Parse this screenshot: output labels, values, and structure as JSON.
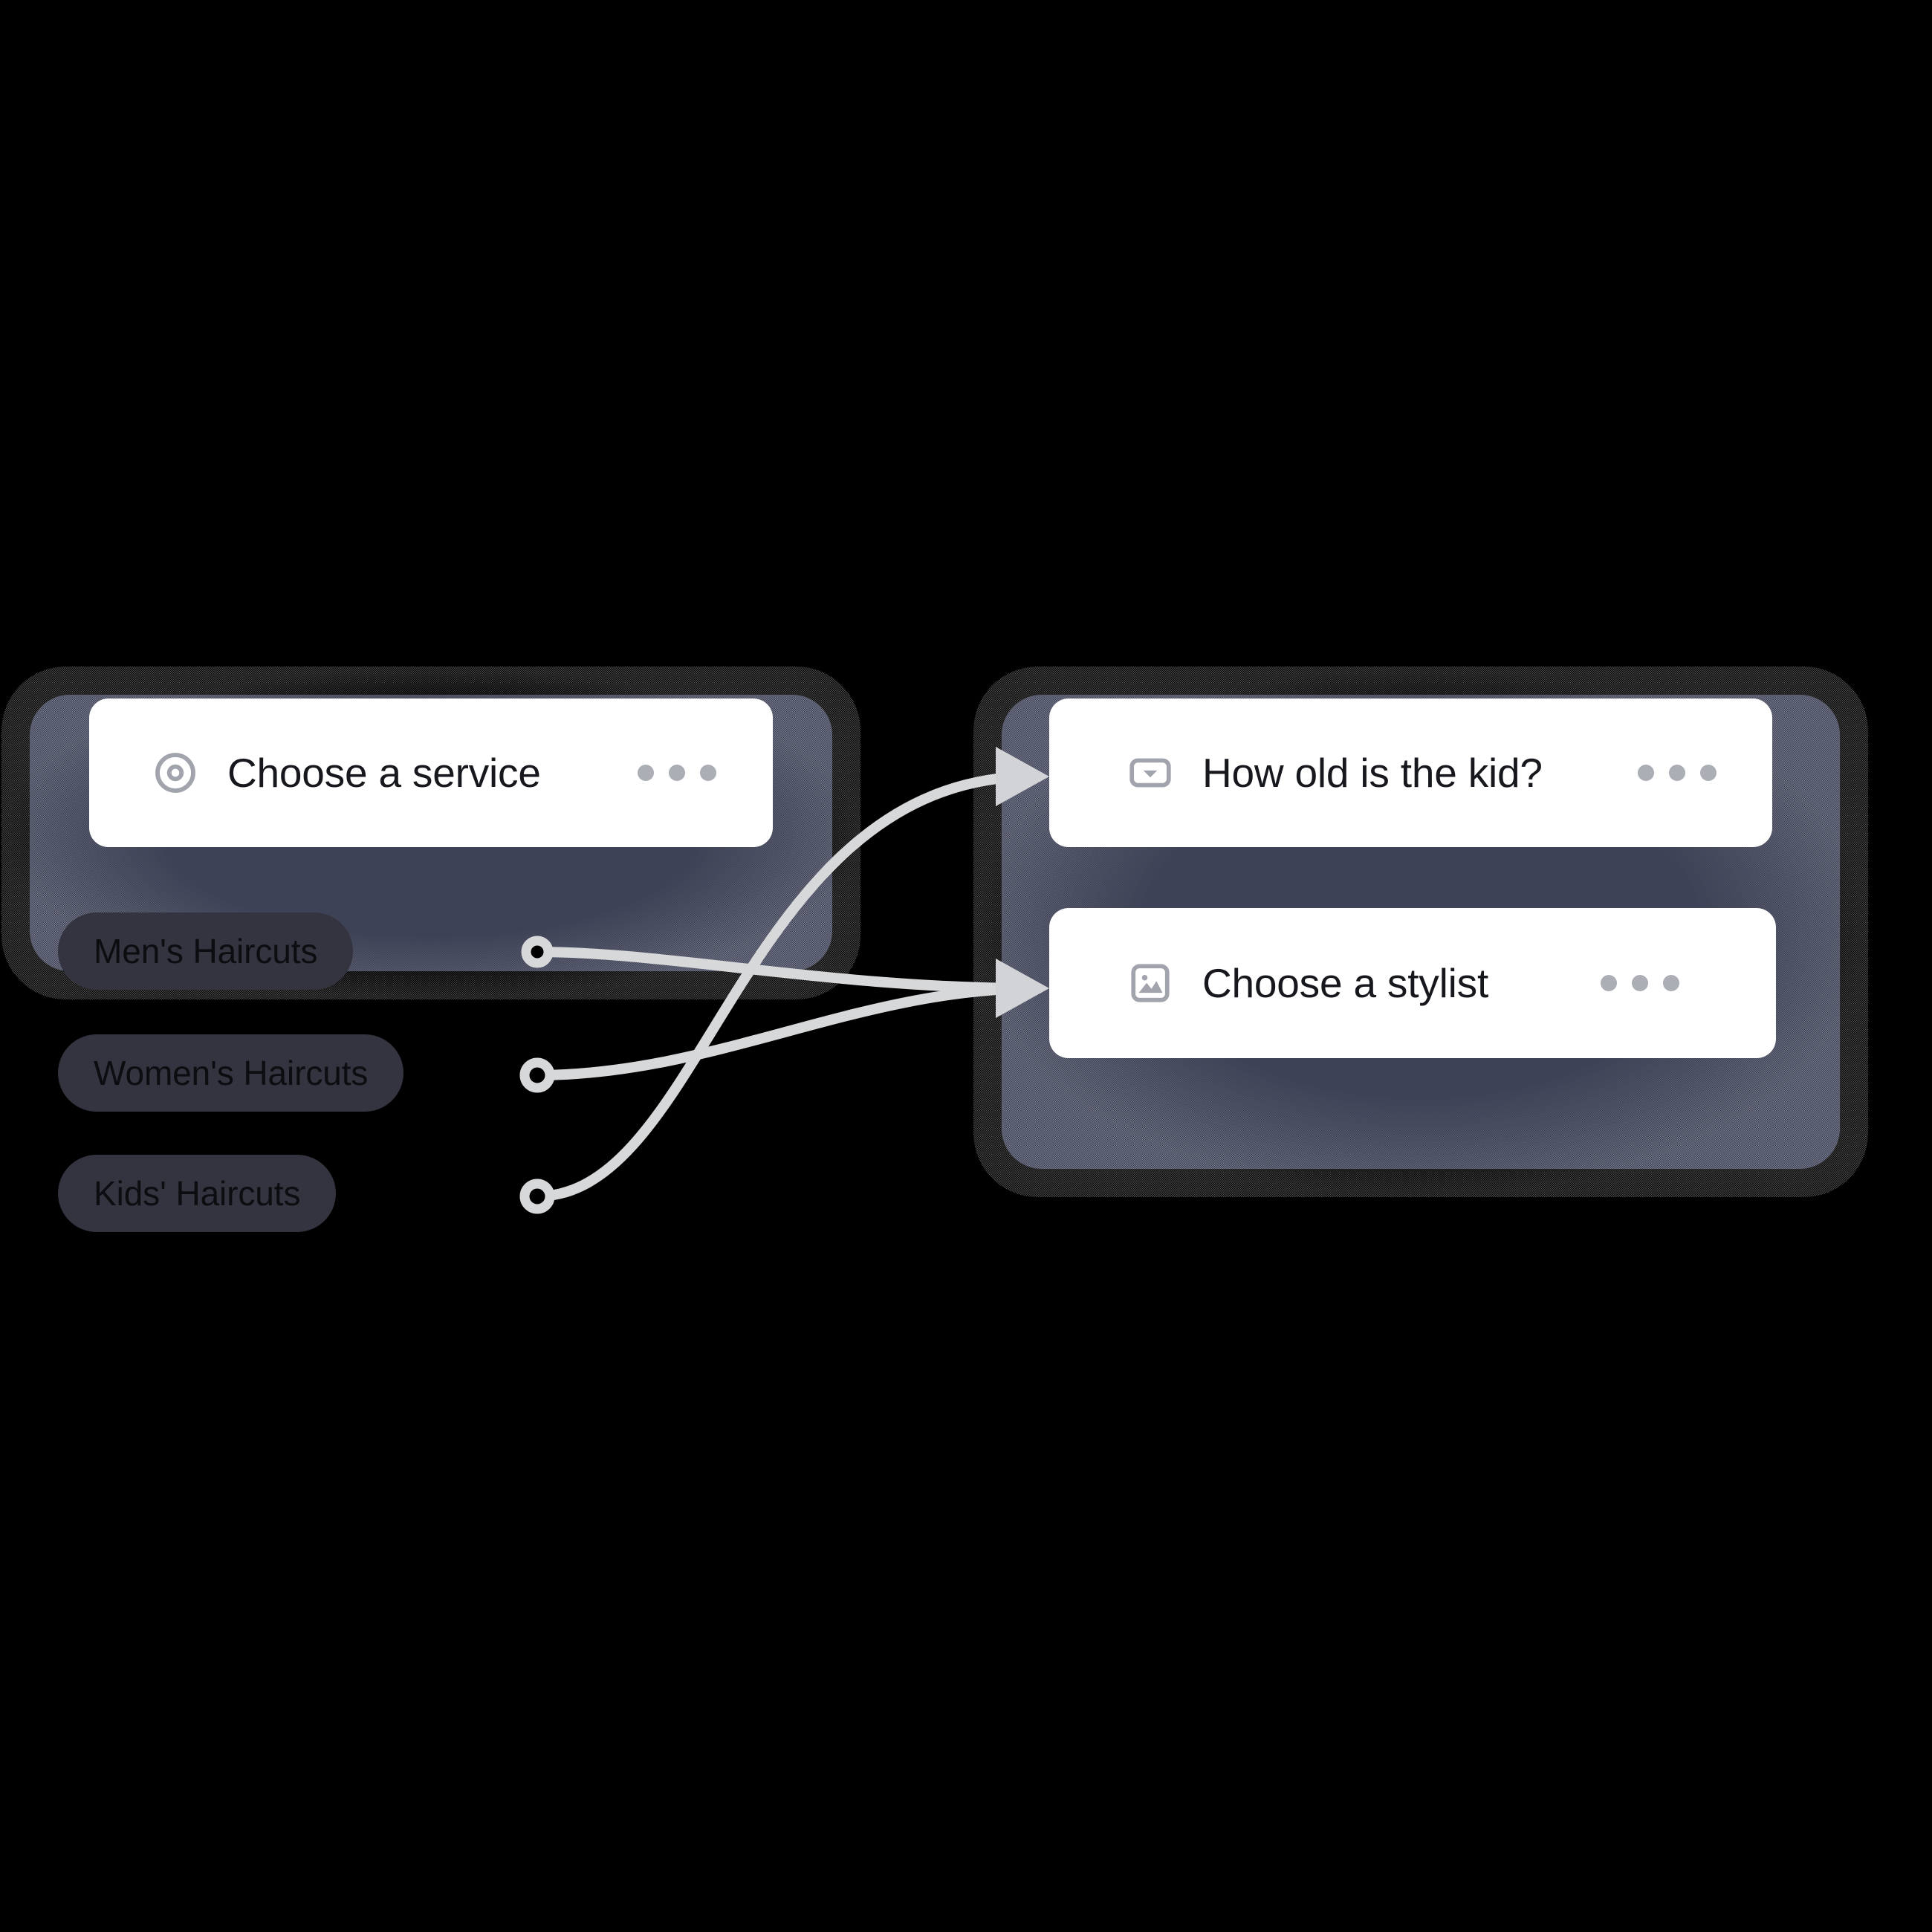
{
  "canvas": {
    "background": "#000000",
    "group_background": "#3e4256",
    "card_background": "#ffffff",
    "chip_background": "#33343f",
    "wire_color": "#d7d8da",
    "icon_color": "#a1a4ac",
    "title_color": "#16181d"
  },
  "groups": [
    {
      "id": "group-left",
      "name": "service-step-group"
    },
    {
      "id": "group-right",
      "name": "follow-up-step-group"
    }
  ],
  "nodes": [
    {
      "id": "card-service",
      "title": "Choose a service",
      "icon": "radio-target-icon",
      "menu": "overflow-menu-icon",
      "options": [
        {
          "label": "Men's Haircuts"
        },
        {
          "label": "Women's Haircuts"
        },
        {
          "label": "Kids' Haircuts"
        }
      ]
    },
    {
      "id": "card-age",
      "title": "How old is the kid?",
      "icon": "dropdown-select-icon",
      "menu": "overflow-menu-icon",
      "options": []
    },
    {
      "id": "card-stylist",
      "title": "Choose a stylist",
      "icon": "image-picker-icon",
      "menu": "overflow-menu-icon",
      "options": []
    }
  ],
  "connections": [
    {
      "from": "Men's Haircuts",
      "to": "Choose a stylist"
    },
    {
      "from": "Women's Haircuts",
      "to": "Choose a stylist"
    },
    {
      "from": "Kids' Haircuts",
      "to": "How old is the kid?"
    }
  ]
}
